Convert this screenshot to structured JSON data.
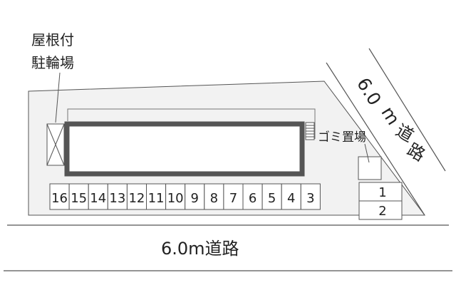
{
  "labels": {
    "bicycle_parking_line1": "屋根付",
    "bicycle_parking_line2": "駐輪場",
    "garbage_area": "ゴミ置場",
    "bottom_road": "6.0m道路",
    "right_road_width": "6.0",
    "right_road_unit": "m",
    "right_road_kanji1": "道",
    "right_road_kanji2": "路"
  },
  "parking_row": [
    "16",
    "15",
    "14",
    "13",
    "12",
    "11",
    "10",
    "9",
    "8",
    "7",
    "6",
    "5",
    "4",
    "3"
  ],
  "parking_side": [
    "1",
    "2"
  ],
  "colors": {
    "lot_fill": "#f2f2f2",
    "outline": "#555555",
    "building_border": "#555555",
    "text": "#222222"
  }
}
